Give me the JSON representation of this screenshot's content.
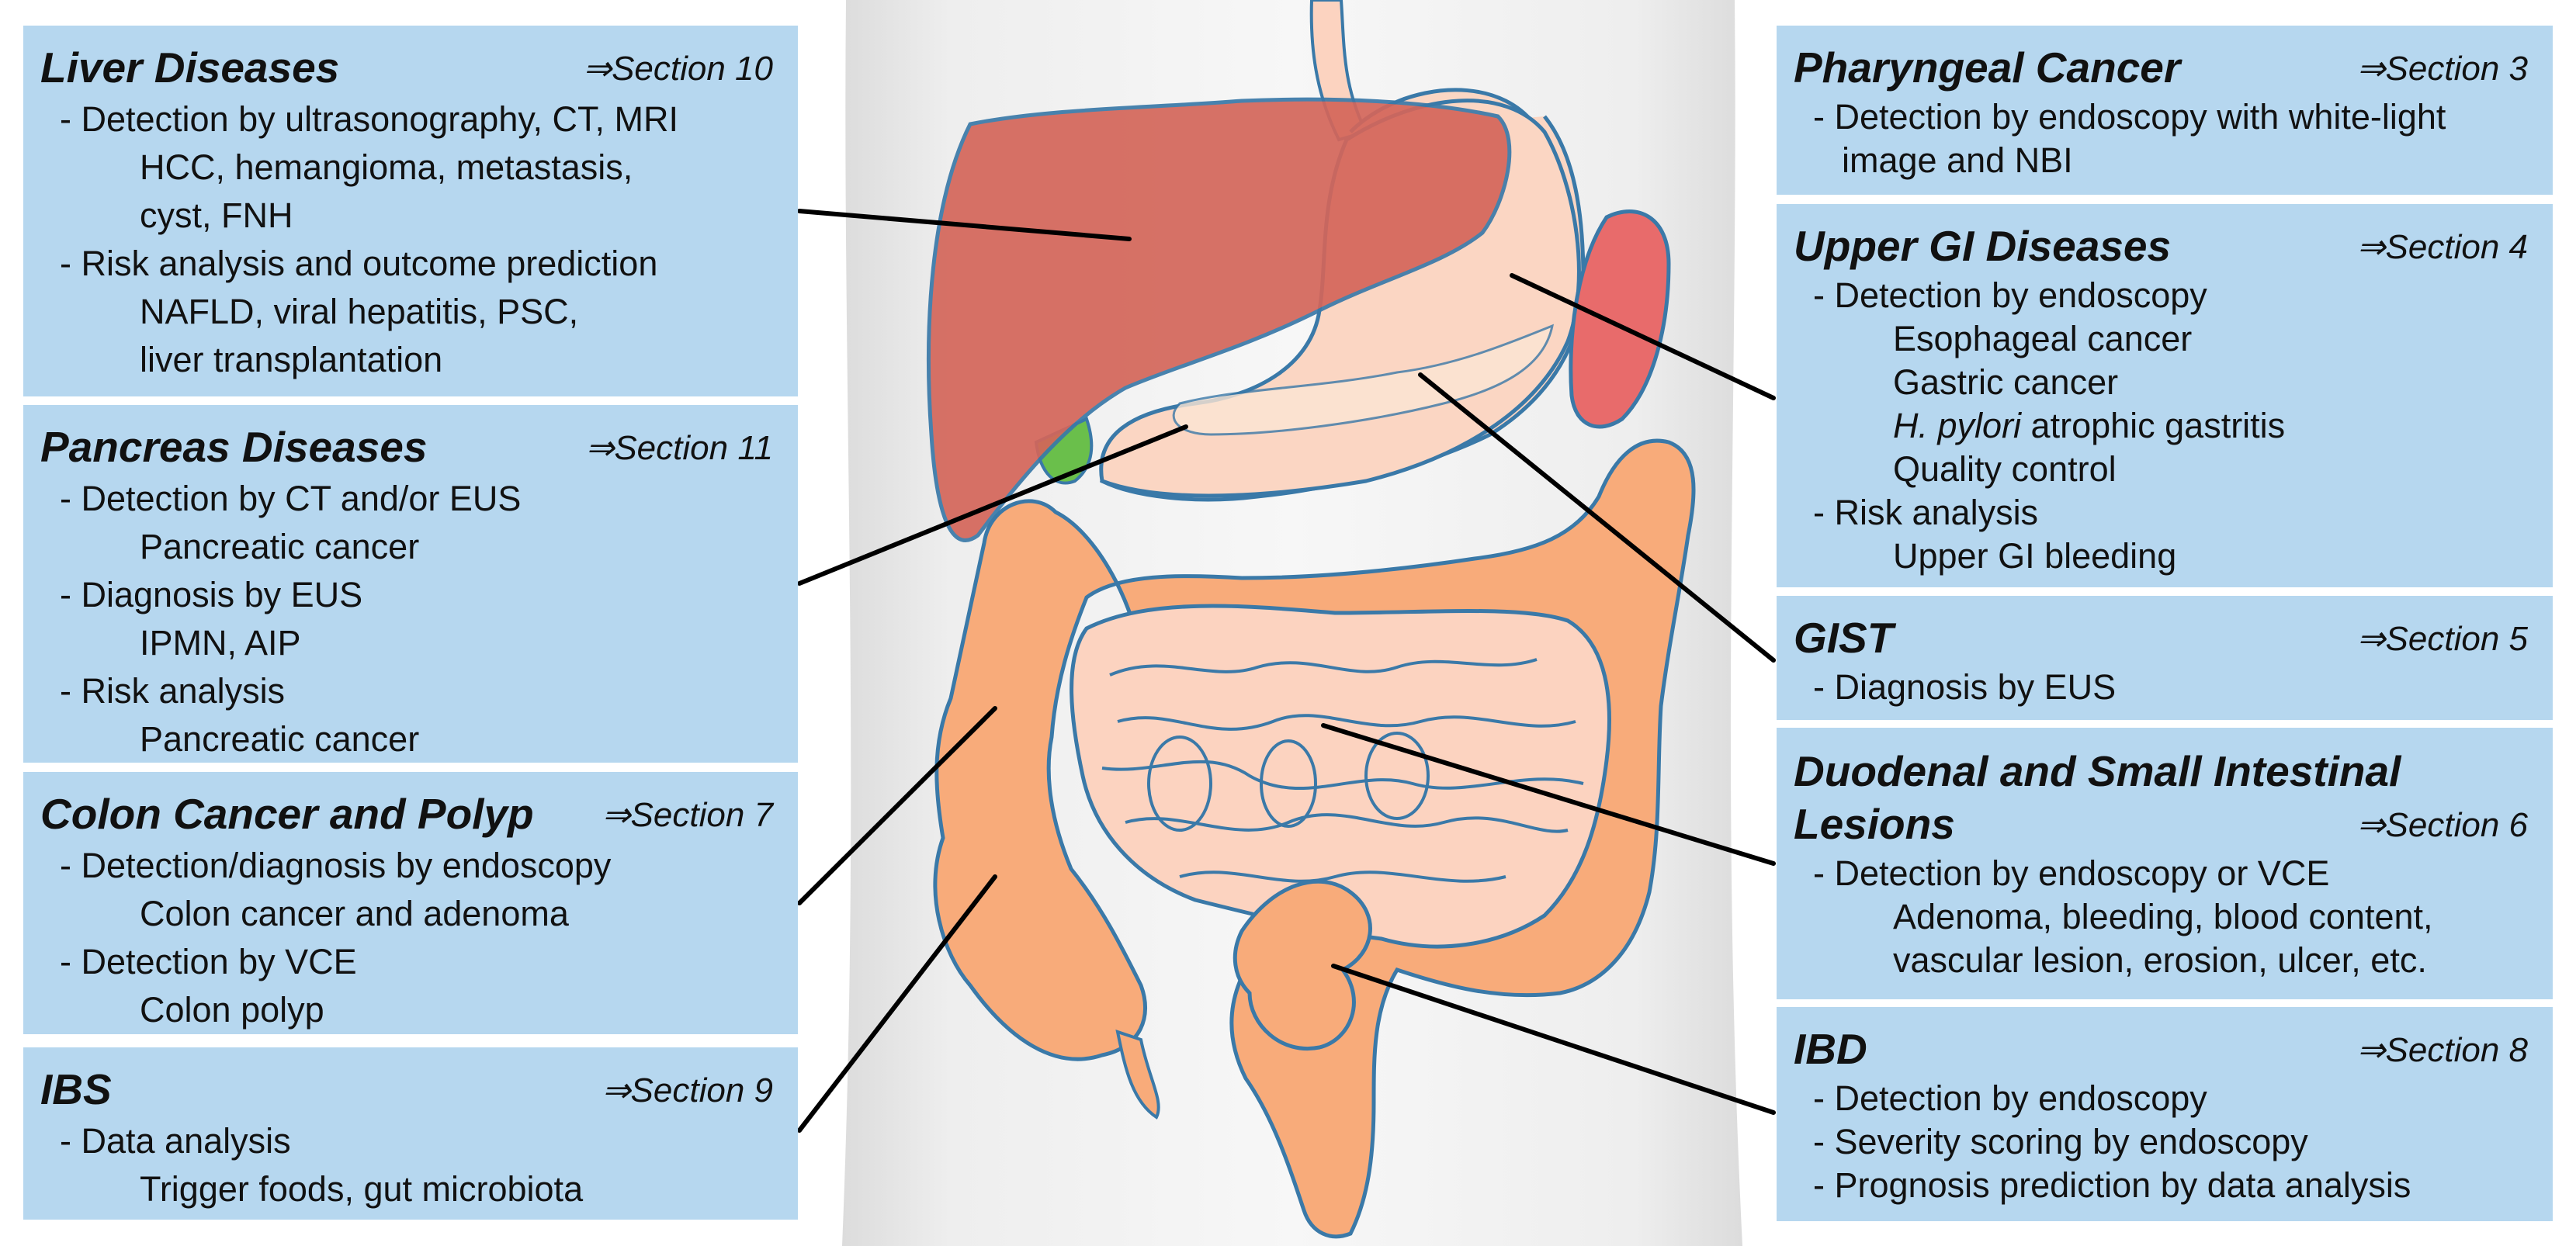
{
  "arrow_glyph": "⇒",
  "left_panels": [
    {
      "title": "Liver Diseases",
      "section": "⇒Section 10",
      "lines": [
        {
          "type": "item",
          "text": "- Detection by ultrasonography, CT, MRI"
        },
        {
          "type": "sub",
          "text": "HCC, hemangioma, metastasis,"
        },
        {
          "type": "sub",
          "text": "cyst, FNH"
        },
        {
          "type": "item",
          "text": "- Risk analysis and outcome prediction"
        },
        {
          "type": "sub",
          "text": "NAFLD, viral hepatitis, PSC,"
        },
        {
          "type": "sub",
          "text": "liver transplantation"
        }
      ]
    },
    {
      "title": "Pancreas Diseases",
      "section": "⇒Section 11",
      "lines": [
        {
          "type": "item",
          "text": "- Detection by CT and/or EUS"
        },
        {
          "type": "sub",
          "text": "Pancreatic cancer"
        },
        {
          "type": "item",
          "text": "- Diagnosis by EUS"
        },
        {
          "type": "sub",
          "text": "IPMN, AIP"
        },
        {
          "type": "item",
          "text": "- Risk analysis"
        },
        {
          "type": "sub",
          "text": "Pancreatic cancer"
        }
      ]
    },
    {
      "title": "Colon Cancer and Polyp",
      "section": "⇒Section 7",
      "lines": [
        {
          "type": "item",
          "text": "- Detection/diagnosis by endoscopy"
        },
        {
          "type": "sub",
          "text": "Colon cancer and adenoma"
        },
        {
          "type": "item",
          "text": "- Detection by VCE"
        },
        {
          "type": "sub",
          "text": "Colon polyp"
        }
      ]
    },
    {
      "title": "IBS",
      "section": "⇒Section 9",
      "lines": [
        {
          "type": "item",
          "text": "- Data analysis"
        },
        {
          "type": "sub",
          "text": "Trigger foods, gut microbiota"
        }
      ]
    }
  ],
  "right_panels": [
    {
      "title": "Pharyngeal Cancer",
      "section": "⇒Section 3",
      "lines": [
        {
          "type": "item",
          "text": "- Detection by endoscopy with white-light"
        },
        {
          "type": "cont",
          "text": "image and NBI"
        }
      ]
    },
    {
      "title": "Upper GI Diseases",
      "section": "⇒Section 4",
      "lines": [
        {
          "type": "item",
          "text": "- Detection by endoscopy"
        },
        {
          "type": "sub",
          "text": "Esophageal cancer"
        },
        {
          "type": "sub",
          "text": "Gastric cancer"
        },
        {
          "type": "sub",
          "italic": "H. pylori",
          "text": " atrophic gastritis"
        },
        {
          "type": "sub",
          "text": "Quality control"
        },
        {
          "type": "item",
          "text": "- Risk analysis"
        },
        {
          "type": "sub",
          "text": "Upper GI bleeding"
        }
      ]
    },
    {
      "title": "GIST",
      "section": "⇒Section 5",
      "lines": [
        {
          "type": "item",
          "text": "- Diagnosis by EUS"
        }
      ]
    },
    {
      "title": "Duodenal and Small Intestinal",
      "title2": "Lesions",
      "section": "⇒Section 6",
      "lines": [
        {
          "type": "item",
          "text": "- Detection by endoscopy or VCE"
        },
        {
          "type": "sub",
          "text": "Adenoma, bleeding, blood content,"
        },
        {
          "type": "sub",
          "text": "vascular lesion, erosion, ulcer, etc."
        }
      ]
    },
    {
      "title": "IBD",
      "section": "⇒Section 8",
      "lines": [
        {
          "type": "item",
          "text": "- Detection by endoscopy"
        },
        {
          "type": "item",
          "text": "- Severity scoring by endoscopy"
        },
        {
          "type": "item",
          "text": "- Prognosis prediction by data analysis"
        }
      ]
    }
  ],
  "colors": {
    "panel_bg": "#b6d7ef",
    "liver": "#d4665a",
    "stomach": "#fbd6c3",
    "spleen": "#e86b6b",
    "colon": "#f8ab7a",
    "small_intestine": "#fcd3c0",
    "gallbladder": "#6abf4b",
    "outline": "#3a79a8"
  }
}
